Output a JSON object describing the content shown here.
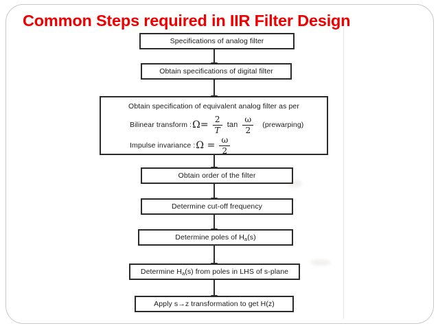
{
  "slide": {
    "title": "Common Steps required in IIR Filter Design",
    "title_color": "#EE0000",
    "border_color": "#C8C8C8",
    "background": "#FFFFFF"
  },
  "diagram": {
    "type": "flowchart",
    "orientation": "top-to-bottom",
    "node_border_color": "#2B2B2B",
    "node_fill": "#FFFFFF",
    "nodes": [
      {
        "id": "n1",
        "label": "Specifications of analog filter"
      },
      {
        "id": "n2",
        "label": "Obtain specifications of digital filter"
      },
      {
        "id": "n3",
        "label": "Obtain specification of equivalent analog filter as per",
        "equations": [
          {
            "label": "Bilinear transform :",
            "lhs": "Ω=",
            "numerator": "2",
            "denominator": "T",
            "operator": "tan",
            "arg_numerator": "ω",
            "arg_denominator": "2",
            "note": "(prewarping)"
          },
          {
            "label": "Impulse invariance :",
            "lhs": "Ω =",
            "numerator": "ω",
            "denominator": "2"
          }
        ]
      },
      {
        "id": "n4",
        "label": "Obtain order of the filter"
      },
      {
        "id": "n5",
        "label": "Determine cut-off frequency"
      },
      {
        "id": "n6",
        "label_pre": "Determine poles of H",
        "label_sub": "a",
        "label_post": "(s)"
      },
      {
        "id": "n7",
        "label_pre": "Determine H",
        "label_sub": "a",
        "label_post": "(s) from poles in LHS of s-plane"
      },
      {
        "id": "n8",
        "label": "Apply s→z transformation to get H(z)"
      }
    ],
    "edges": [
      {
        "from": "n1",
        "to": "n2"
      },
      {
        "from": "n2",
        "to": "n3"
      },
      {
        "from": "n3",
        "to": "n4"
      },
      {
        "from": "n4",
        "to": "n5"
      },
      {
        "from": "n5",
        "to": "n6"
      },
      {
        "from": "n6",
        "to": "n7"
      },
      {
        "from": "n7",
        "to": "n8"
      }
    ]
  }
}
